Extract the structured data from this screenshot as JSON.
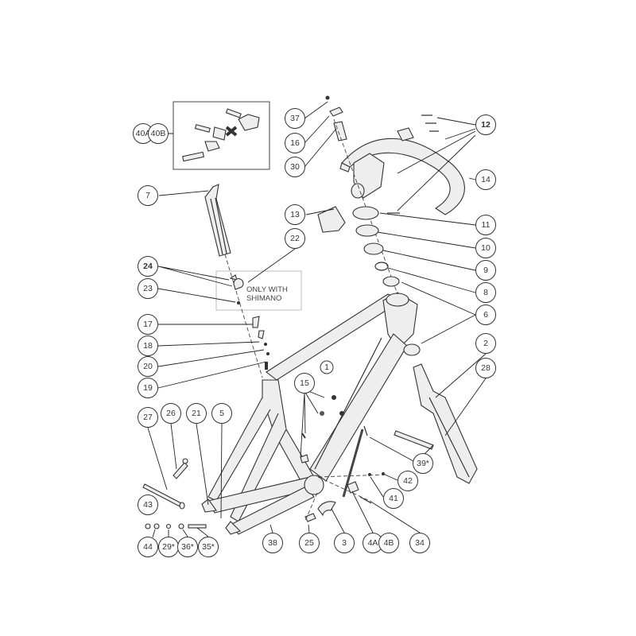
{
  "diagram": {
    "note": [
      "ONLY WITH",
      "SHIMANO"
    ],
    "callouts": [
      "37",
      "16",
      "30",
      "40A",
      "40B",
      "12",
      "14",
      "7",
      "13",
      "11",
      "10",
      "9",
      "8",
      "6",
      "22",
      "24",
      "23",
      "17",
      "18",
      "20",
      "19",
      "1",
      "2",
      "28",
      "15",
      "27",
      "26",
      "21",
      "5",
      "43",
      "44",
      "29*",
      "36*",
      "35*",
      "38",
      "25",
      "3",
      "4A",
      "4B",
      "34",
      "39*",
      "42",
      "41"
    ]
  }
}
